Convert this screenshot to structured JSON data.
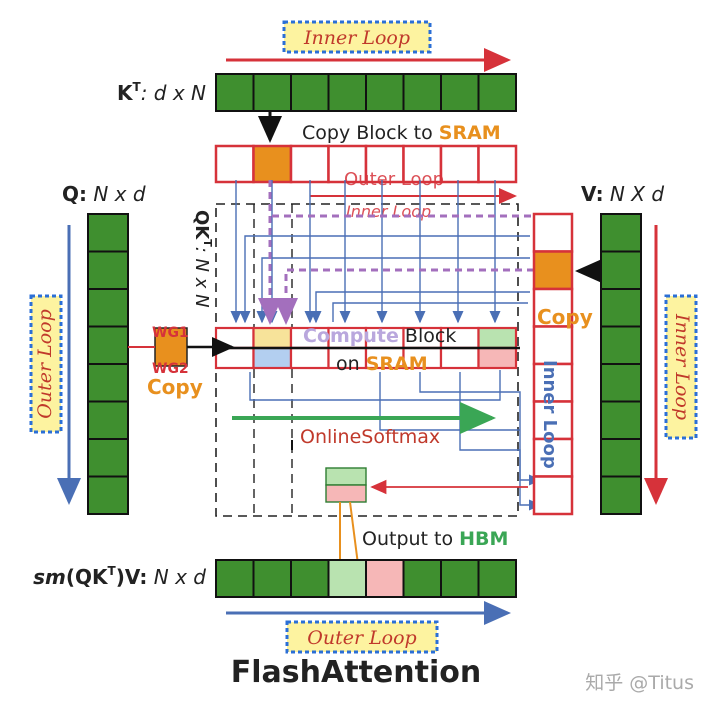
{
  "title": "FlashAttention",
  "watermark": "知乎 @Titus",
  "matrices": {
    "kt": {
      "label_bold": "K",
      "label_sup": "T",
      "label_rest": ": d x N"
    },
    "q": {
      "label_bold": "Q:",
      "label_rest": " N x d"
    },
    "v": {
      "label_bold": "V:",
      "label_rest": " N X d"
    },
    "qkt": {
      "label_bold": "QK",
      "label_sup": "T",
      "label_rest": ": N x N"
    },
    "out": {
      "label_bold": "sm",
      "label_mid": "(QK",
      "label_sup": "T",
      "label_end": ")V:",
      "label_rest": " N x d"
    }
  },
  "loops": {
    "top_inner": "Inner Loop",
    "left_outer": "Outer Loop",
    "right_inner": "Inner Loop",
    "bottom_outer": "Outer Loop",
    "sram_outer": "Outer Loop",
    "sram_inner": "Inner Loop",
    "v_inner": "Inner Loop"
  },
  "annotations": {
    "copy_block_prefix": "Copy Block to ",
    "copy_block_highlight": "SRAM",
    "compute_block_prefix": "Compute",
    "compute_block_rest": " Block",
    "on_prefix": "on ",
    "on_highlight": "SRAM",
    "online_softmax": "OnlineSoftmax",
    "output_prefix": "Output to ",
    "output_highlight": "HBM",
    "copy_left": "Copy",
    "copy_right": "Copy",
    "wg1": "WG1",
    "wg2": "WG2"
  },
  "colors": {
    "green_cell": "#3f8f2f",
    "orange_cell": "#e8901e",
    "red_border": "#d6323a",
    "blue_arrow": "#4a6fb5",
    "purple_dash": "#a36fbd",
    "light_green": "#b9e3b0",
    "light_pink": "#f6b7b7",
    "light_yellow": "#f7e39a",
    "light_blue": "#b3cff0",
    "highlight_orange": "#e8901e",
    "highlight_green": "#3aa655"
  }
}
